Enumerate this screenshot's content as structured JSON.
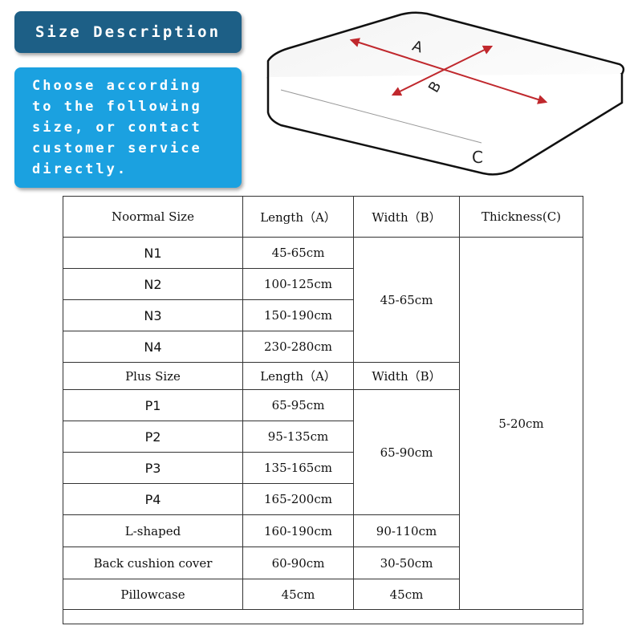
{
  "header": {
    "title": "Size Description",
    "description": "Choose according to the following size, or contact customer service directly."
  },
  "diagram": {
    "labels": {
      "a": "A",
      "b": "B",
      "c": "C"
    },
    "arrow_color": "#c0282d"
  },
  "table": {
    "normal_header": {
      "name": "Noormal Size",
      "length": "Length（A）",
      "width": "Width（B）",
      "thickness": "Thickness(C)"
    },
    "normal_rows": [
      {
        "name": "N1",
        "length": "45-65cm"
      },
      {
        "name": "N2",
        "length": "100-125cm"
      },
      {
        "name": "N3",
        "length": "150-190cm"
      },
      {
        "name": "N4",
        "length": "230-280cm"
      }
    ],
    "normal_width": "45-65cm",
    "thickness": "5-20cm",
    "plus_header": {
      "name": "Plus Size",
      "length": "Length（A）",
      "width": "Width（B）"
    },
    "plus_rows": [
      {
        "name": "P1",
        "length": "65-95cm"
      },
      {
        "name": "P2",
        "length": "95-135cm"
      },
      {
        "name": "P3",
        "length": "135-165cm"
      },
      {
        "name": "P4",
        "length": "165-200cm"
      }
    ],
    "plus_width": "65-90cm",
    "extra_rows": [
      {
        "name": "L-shaped",
        "length": "160-190cm",
        "width": "90-110cm"
      },
      {
        "name": "Back cushion cover",
        "length": "60-90cm",
        "width": "30-50cm"
      }
    ],
    "pillowcase": {
      "name": "Pillowcase",
      "length": "45cm",
      "width": "45cm"
    }
  }
}
